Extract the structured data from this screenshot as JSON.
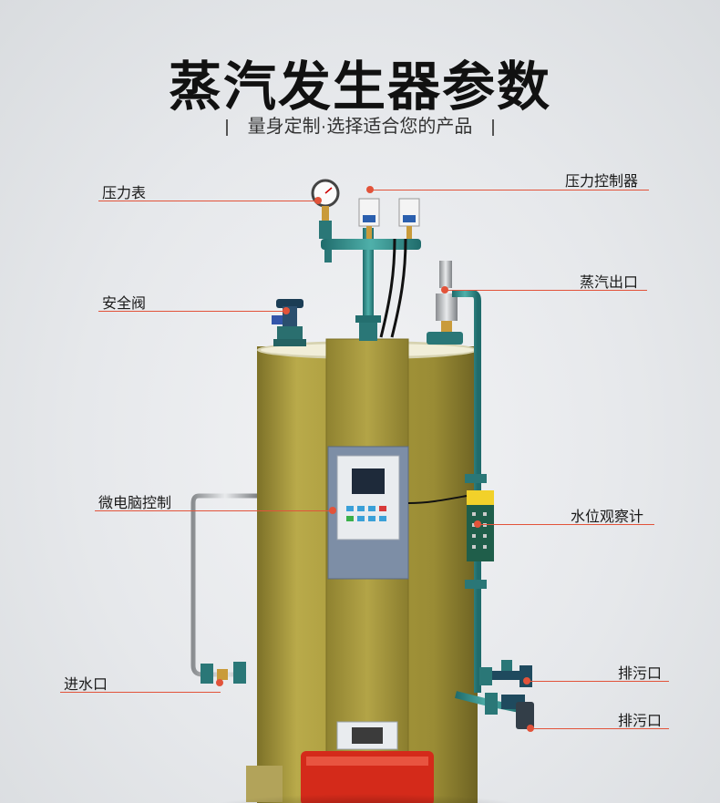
{
  "header": {
    "title": "蒸汽发生器参数",
    "subtitle": "量身定制·选择适合您的产品"
  },
  "callouts": {
    "pressure_gauge": "压力表",
    "pressure_controller": "压力控制器",
    "steam_outlet": "蒸汽出口",
    "safety_valve": "安全阀",
    "microcomputer_control": "微电脑控制",
    "water_level_gauge": "水位观察计",
    "water_inlet": "进水口",
    "drain_outlet_1": "排污口",
    "drain_outlet_2": "排污口"
  },
  "colors": {
    "callout_line": "#e2533a",
    "boiler_body": "#a89a3a",
    "pipe": "#2f8a8a",
    "burner": "#d42a1a"
  }
}
